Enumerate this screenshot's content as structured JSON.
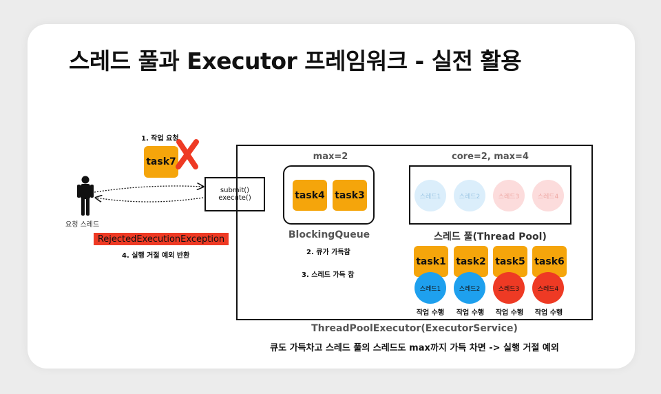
{
  "title": "스레드 풀과 Executor 프레임워크 - 실전 활용",
  "client": {
    "step1": "1. 작업 요청",
    "rejected_task": "task7",
    "label": "요청 스레드",
    "exception": "RejectedExecutionException",
    "step4": "4. 실행 거절 예외 반환"
  },
  "submit_box": {
    "line1": "submit()",
    "line2": "execute()"
  },
  "queue": {
    "max_label": "max=2",
    "tasks": [
      "task4",
      "task3"
    ],
    "name": "BlockingQueue",
    "step2": "2. 큐가 가득참",
    "step3": "3. 스레드 가득 참"
  },
  "pool": {
    "size_label": "core=2, max=4",
    "faded_threads": [
      "스레드1",
      "스레드2",
      "스레드3",
      "스레드4"
    ],
    "name": "스레드 풀(Thread Pool)",
    "workers": [
      {
        "task": "task1",
        "thread": "스레드1",
        "action": "작업 수행"
      },
      {
        "task": "task2",
        "thread": "스레드2",
        "action": "작업 수행"
      },
      {
        "task": "task5",
        "thread": "스레드3",
        "action": "작업 수행"
      },
      {
        "task": "task6",
        "thread": "스레드4",
        "action": "작업 수행"
      }
    ]
  },
  "executor_label": "ThreadPoolExecutor(ExecutorService)",
  "footer": "큐도 가득차고 스레드 풀의 스레드도 max까지 가득 차면 -> 실행 거절 예외",
  "colors": {
    "task": "#f5a50b",
    "blue_thread": "#1ea0ee",
    "red_thread": "#ee3a24",
    "faded_blue": "#dbeefb",
    "faded_red": "#fcdcdc",
    "exception_bg": "#ee3a24",
    "x_mark": "#ee3a24"
  }
}
